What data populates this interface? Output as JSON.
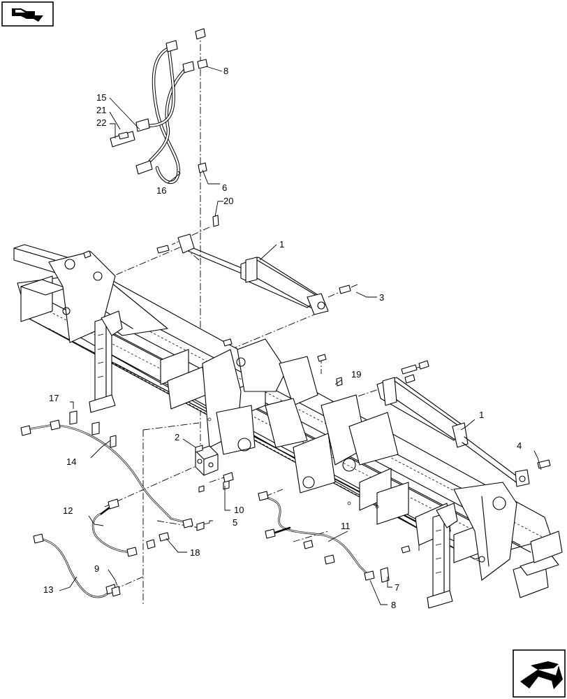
{
  "callouts": {
    "c1a": "1",
    "c1b": "1",
    "c2": "2",
    "c3": "3",
    "c4": "4",
    "c5": "5",
    "c6": "6",
    "c7": "7",
    "c8a": "8",
    "c8b": "8",
    "c9": "9",
    "c10": "10",
    "c11": "11",
    "c12": "12",
    "c13": "13",
    "c14": "14",
    "c15": "15",
    "c16": "16",
    "c17": "17",
    "c18": "18",
    "c19": "19",
    "c20": "20",
    "c21": "21",
    "c22": "22"
  },
  "icons": {
    "top_left": "book-arrow-icon",
    "bottom_right": "next-page-arrow-icon"
  }
}
